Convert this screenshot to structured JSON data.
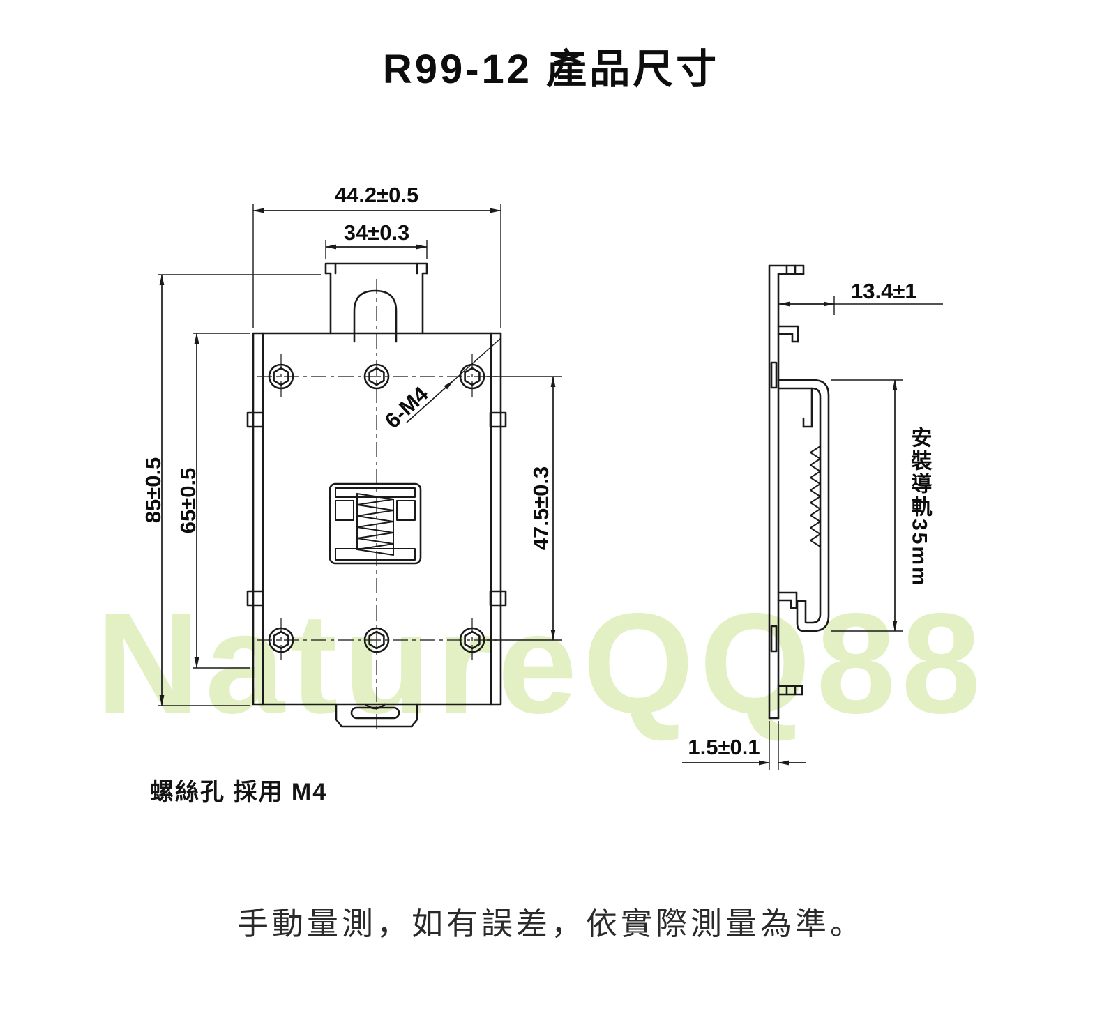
{
  "title": "R99-12 產品尺寸",
  "watermark": "NatureQQ88",
  "front_view": {
    "dim_width_outer": "44.2±0.5",
    "dim_width_tab": "34±0.3",
    "dim_height_outer": "85±0.5",
    "dim_height_inner": "65±0.5",
    "dim_hole_span": "47.5±0.3",
    "hole_label": "6-M4"
  },
  "side_view": {
    "dim_depth": "13.4±1",
    "rail_label": "安裝導軌35mm",
    "dim_thickness": "1.5±0.1"
  },
  "notes": {
    "screw_note": "螺絲孔 採用 M4",
    "bottom_note": "手動量測，如有誤差，依實際測量為準。"
  },
  "colors": {
    "line": "#1a1a1a",
    "watermark": "#e3f0c3"
  }
}
